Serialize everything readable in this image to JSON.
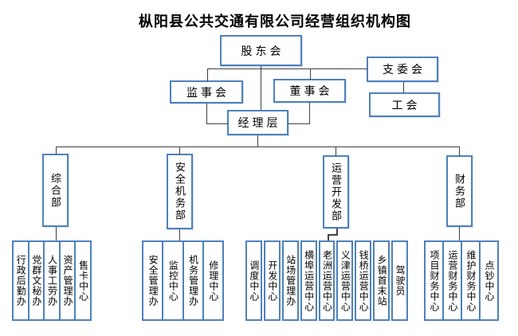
{
  "title": "枞阳县公共交通有限公司经营组织机构图",
  "colors": {
    "border": "#4f81bd",
    "line": "#404040",
    "text": "#000000",
    "bg": "#ffffff"
  },
  "governance": {
    "shareholders": "股东会",
    "supervisory_board": "监事会",
    "board_of_directors": "董事会",
    "branch_committee": "支委会",
    "labor_union": "工会",
    "management": "经理层"
  },
  "departments": [
    {
      "label": "综合部",
      "children": [
        "行政后勤办",
        "党群文秘办",
        "人事工劳办",
        "资产管理办",
        "售卡中心"
      ]
    },
    {
      "label": "安全机务部",
      "children": [
        "安全管理办",
        "监控中心",
        "机务管理办",
        "修理中心"
      ]
    },
    {
      "label": "运营开发部",
      "children": [
        "调度中心",
        "开发中心",
        "站场管理办",
        "横埠运营中心",
        "老洲运营中心",
        "义津运营中心",
        "钱桥运营中心",
        "乡镇首末站",
        "驾驶员"
      ]
    },
    {
      "label": "财务部",
      "children": [
        "项目财务中心",
        "运营财务中心",
        "维护财务中心",
        "点钞中心"
      ]
    }
  ]
}
